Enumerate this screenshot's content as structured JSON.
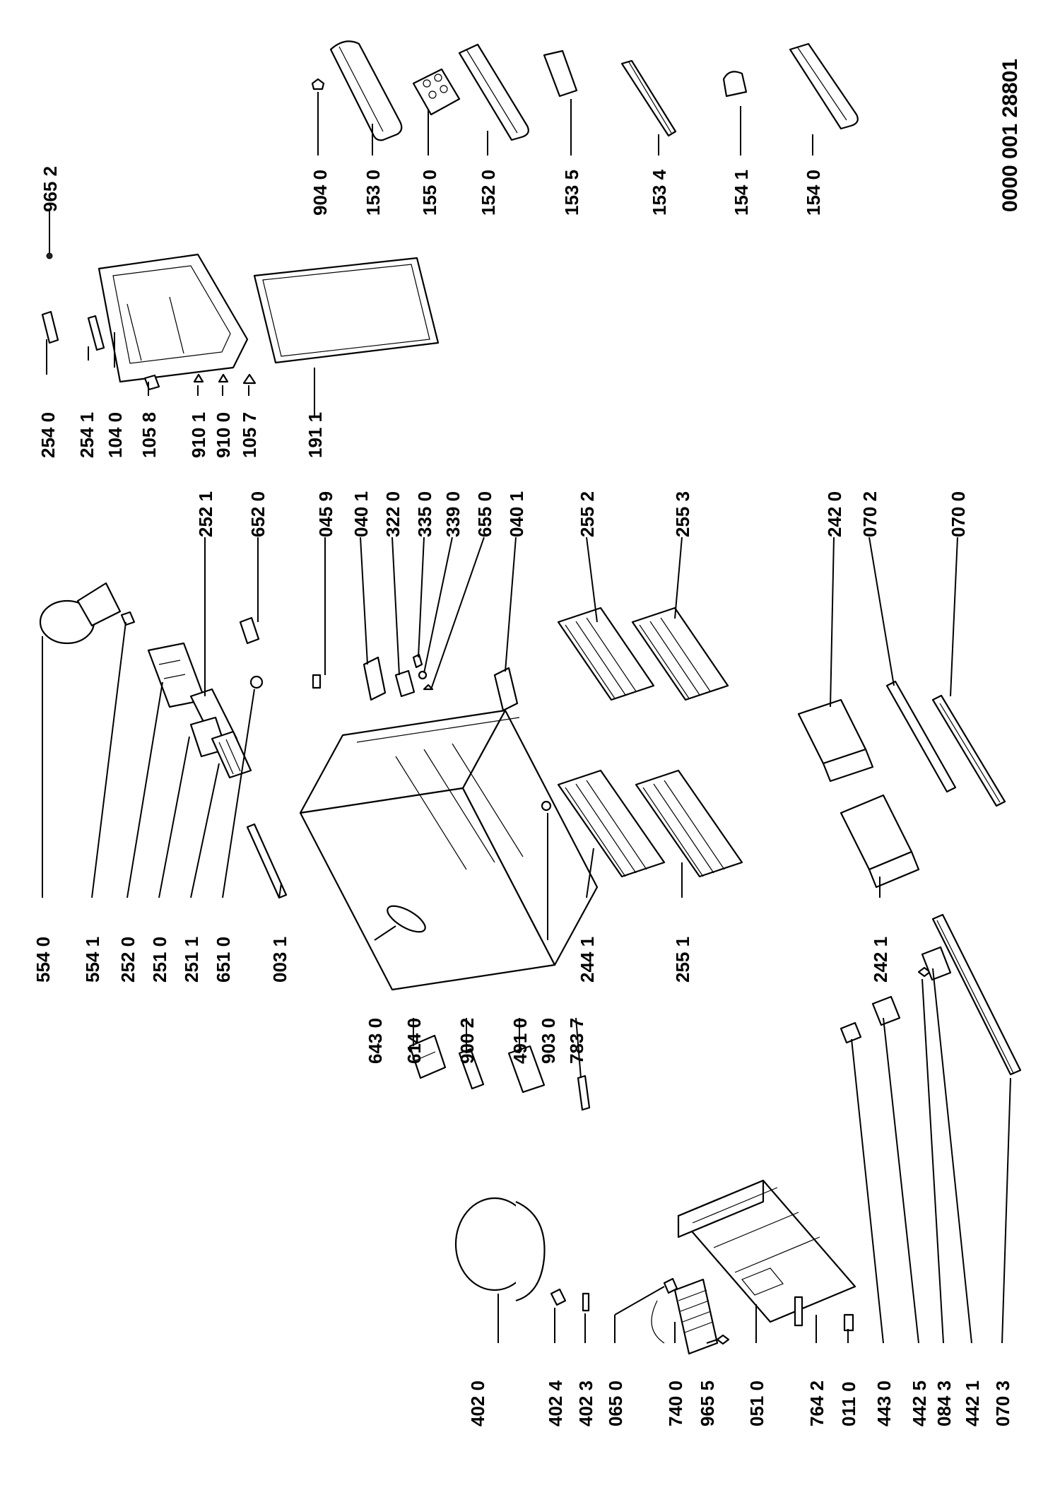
{
  "doc_number": "0000 001 28801",
  "labels": {
    "p9040": "904 0",
    "p1530": "153 0",
    "p1550": "155 0",
    "p1520": "152 0",
    "p1535": "153 5",
    "p1534": "153 4",
    "p1541": "154 1",
    "p1540": "154 0",
    "p9652": "965 2",
    "p2540": "254 0",
    "p2541": "254 1",
    "p1040": "104 0",
    "p1058": "105 8",
    "p9101": "910 1",
    "p9100": "910 0",
    "p1057": "105 7",
    "p1911": "191 1",
    "p2521": "252 1",
    "p6520": "652 0",
    "p0459": "045 9",
    "p0401a": "040 1",
    "p3220": "322 0",
    "p3350": "335 0",
    "p3390": "339 0",
    "p6550": "655 0",
    "p0401b": "040 1",
    "p2552": "255 2",
    "p2553": "255 3",
    "p2420": "242 0",
    "p0702": "070 2",
    "p0700": "070 0",
    "p5540": "554 0",
    "p5541": "554 1",
    "p2520": "252 0",
    "p2510": "251 0",
    "p2511": "251 1",
    "p6510": "651 0",
    "p0031": "003 1",
    "p6430": "643 0",
    "p6140": "614 0",
    "p9002": "900 2",
    "p4910": "491 0",
    "p9030": "903 0",
    "p7837": "783 7",
    "p2441": "244 1",
    "p2551": "255 1",
    "p2421": "242 1",
    "p4020": "402 0",
    "p4024": "402 4",
    "p4023": "402 3",
    "p0650": "065 0",
    "p7400": "740 0",
    "p9655": "965 5",
    "p0510": "051 0",
    "p7642": "764 2",
    "p0110": "011 0",
    "p4430": "443 0",
    "p4425": "442 5",
    "p0843": "084 3",
    "p4421": "442 1",
    "p0703": "070 3"
  }
}
